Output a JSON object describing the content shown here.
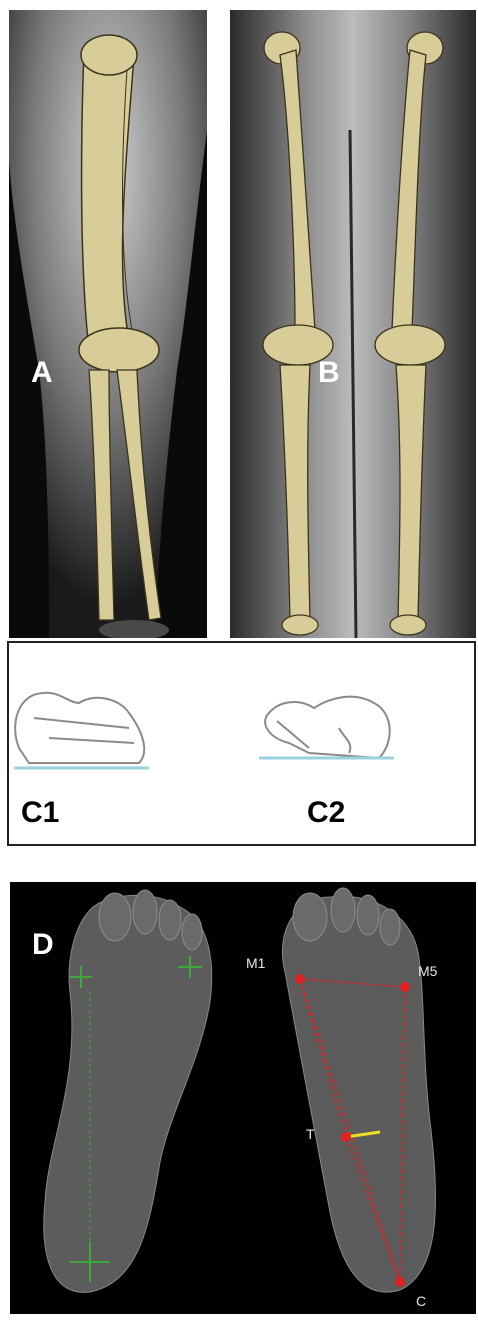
{
  "panels": {
    "a": {
      "label": "A"
    },
    "b": {
      "label": "B"
    },
    "c": {
      "label_1": "C1",
      "label_2": "C2"
    },
    "d": {
      "label": "D",
      "points": {
        "m1": "M1",
        "m5": "M5",
        "t": "T",
        "c": "C"
      }
    }
  },
  "colors": {
    "bone": "#d8cc98",
    "bone_outline": "#3a331c",
    "xray_dark": "#0a0a0a",
    "marker_red": "#e02020",
    "marker_green": "#3ea83e",
    "marker_yellow": "#f0e020"
  }
}
